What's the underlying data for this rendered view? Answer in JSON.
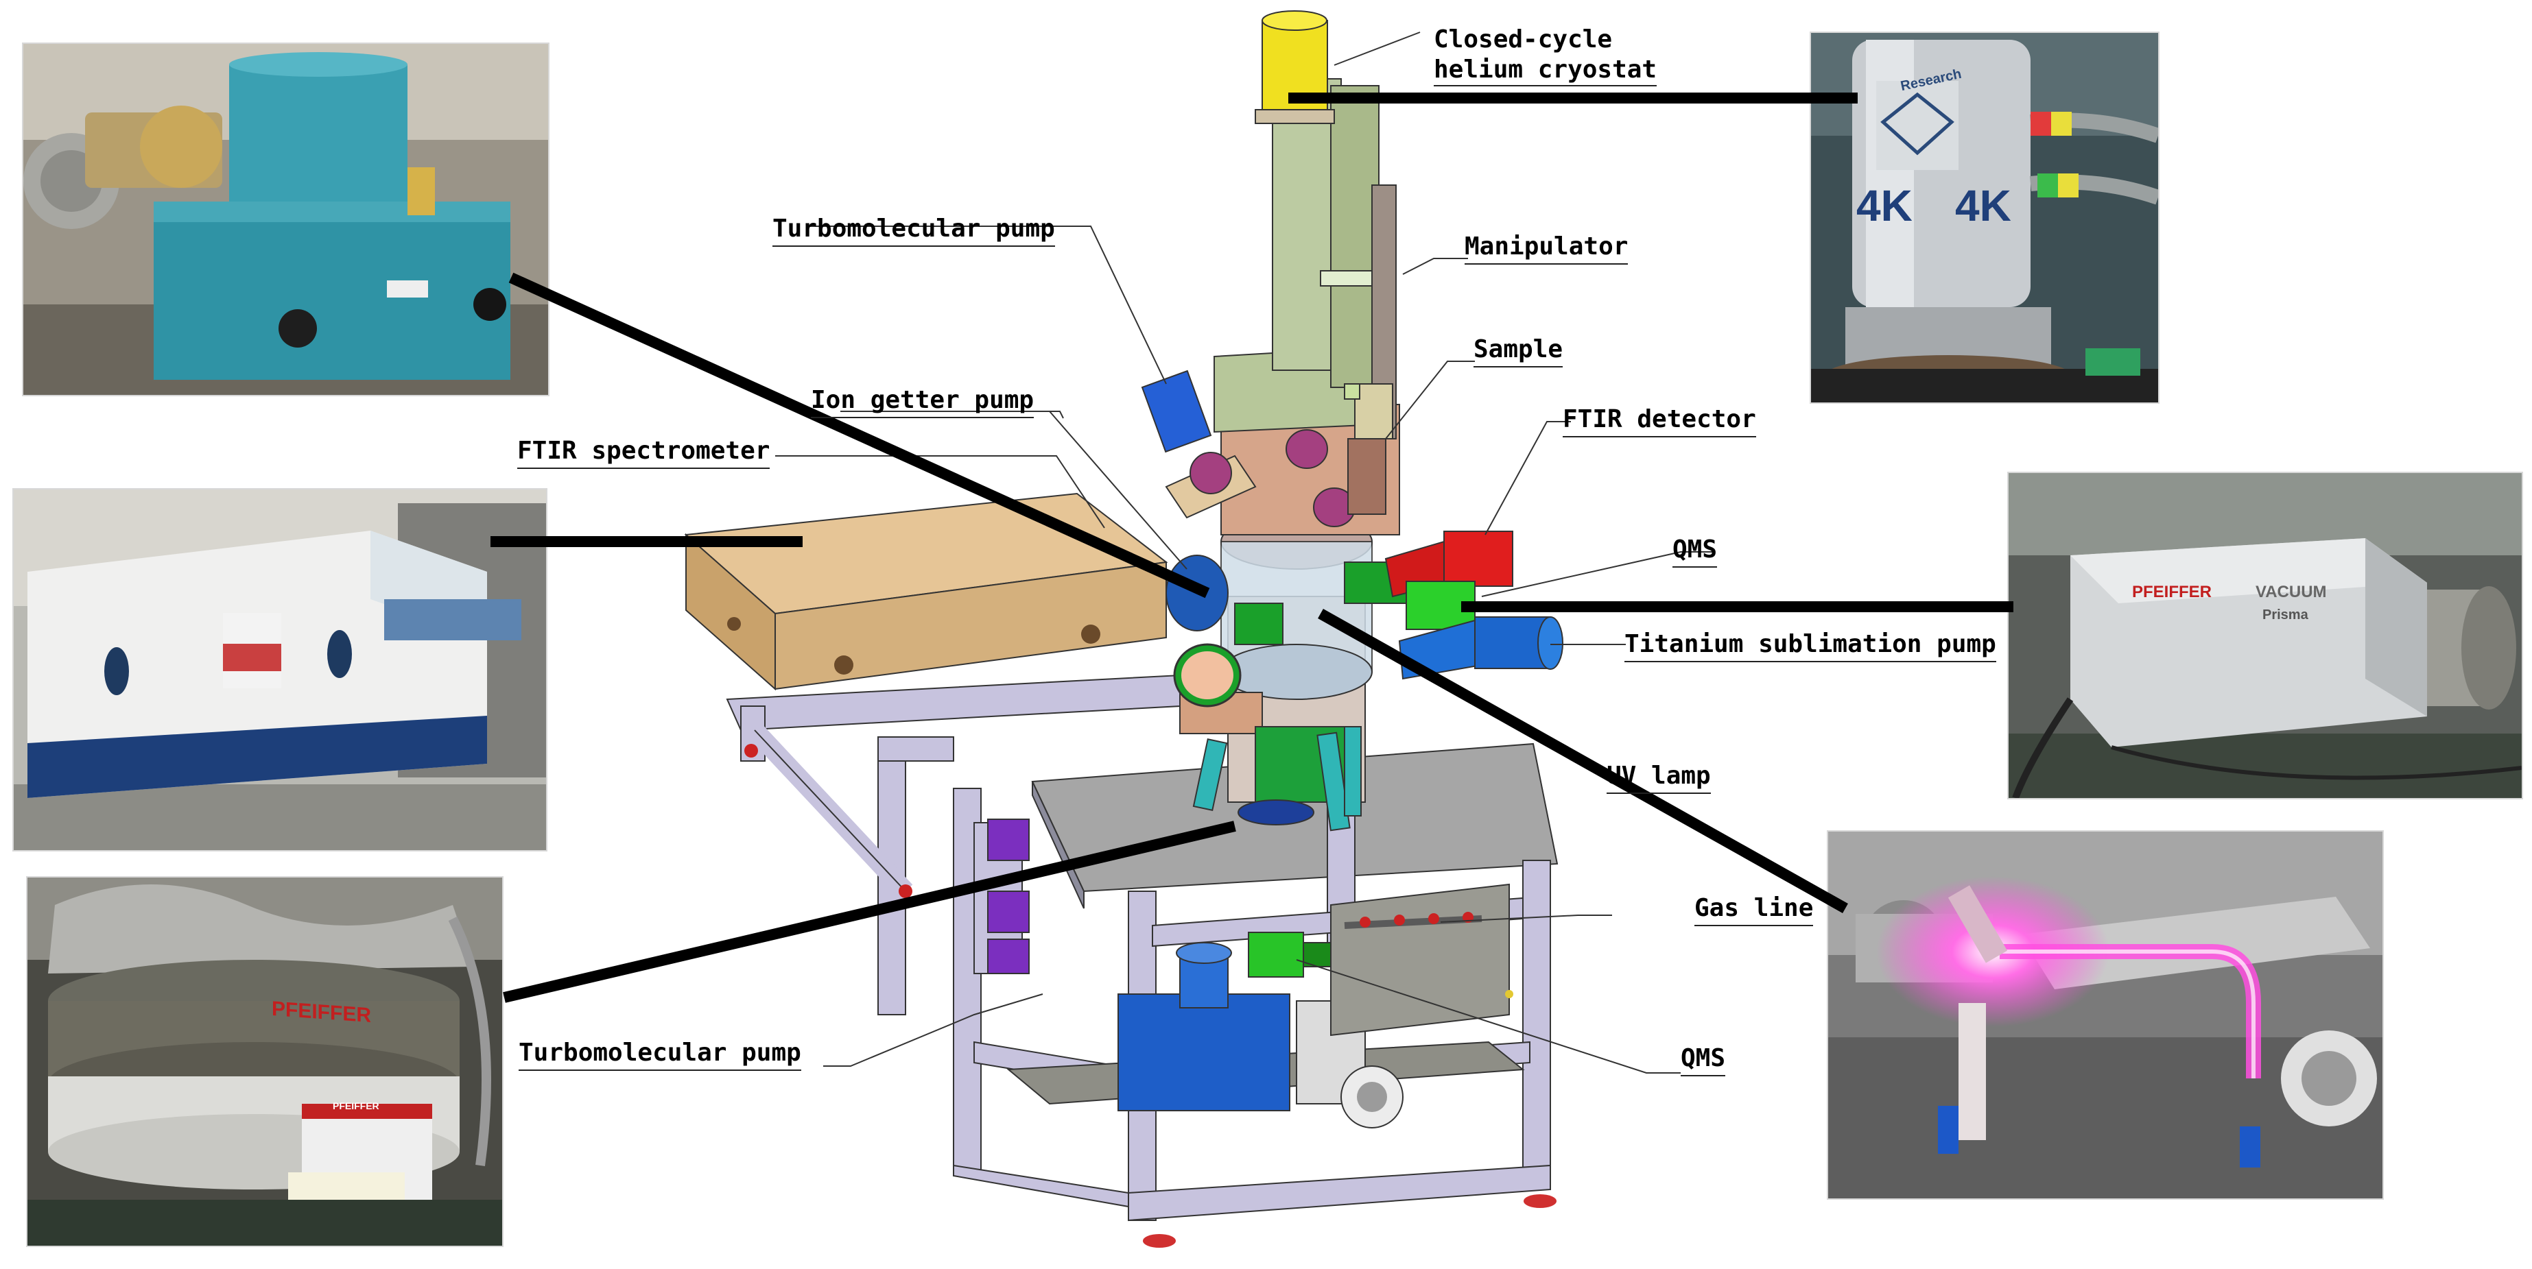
{
  "labels": {
    "cryostat_line1": "Closed-cycle",
    "cryostat_line2": "helium cryostat",
    "manipulator": "Manipulator",
    "sample": "Sample",
    "turbo_pump_top": "Turbomolecular pump",
    "ion_getter_pump": "Ion getter pump",
    "ftir_spectrometer": "FTIR spectrometer",
    "ftir_detector": "FTIR detector",
    "qms_top": "QMS",
    "titanium_pump": "Titanium sublimation pump",
    "uv_lamp": "UV lamp",
    "gas_line": "Gas line",
    "turbo_pump_bottom": "Turbomolecular pump",
    "qms_bottom": "QMS"
  },
  "photos": {
    "cryostat_text_1": "Research",
    "cryostat_text_2": "4K",
    "cryostat_text_3": "4K",
    "qms_brand": "PFEIFFER",
    "qms_brand2": "VACUUM",
    "qms_model": "Prisma",
    "turbo_brand": "PFEIFFER",
    "turbo_brand2": "PFEIFFER"
  },
  "colors": {
    "leader_line": "#000000",
    "ion_pump_blue": "#1f5ab5",
    "qms_green": "#22b822",
    "ftir_detector_red": "#dd1a1a",
    "cryostat_yellow": "#f2e21a",
    "spectrometer_tan": "#d9b77f",
    "frame_lavender": "#c9c5e0",
    "uv_glow": "#ff4fe0"
  }
}
